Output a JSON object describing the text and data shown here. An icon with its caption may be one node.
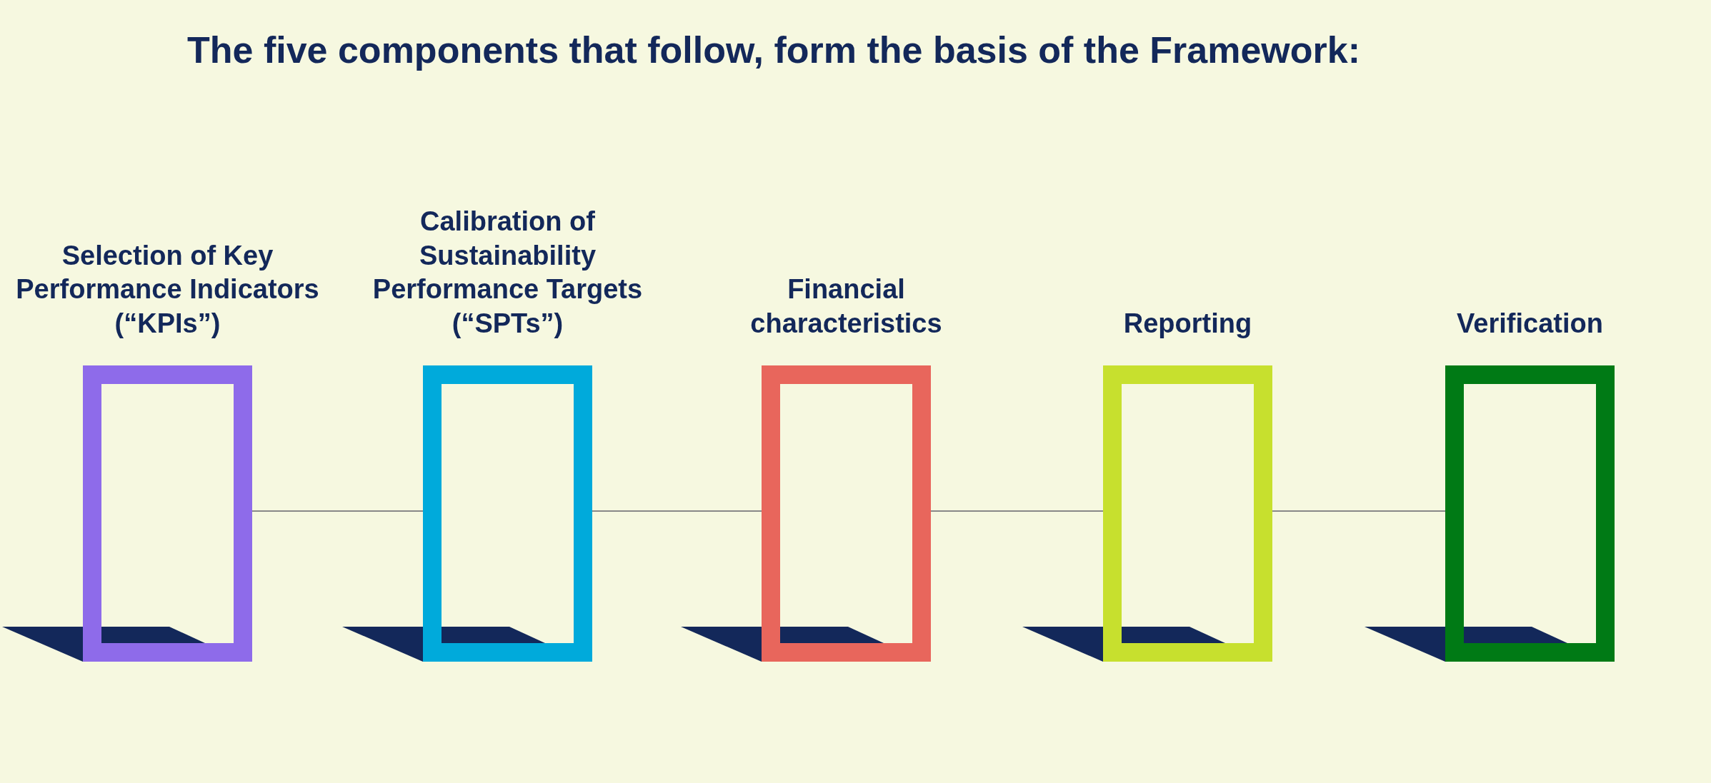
{
  "diagram": {
    "title": "The five components that follow, form the basis of the Framework:",
    "nodes": [
      {
        "text": [
          "Selection of Key Performance Indicators (“KPIs”)"
        ]
      },
      {
        "text": [
          "Calibration of Sustainability Performance Targets (“SPTs”)"
        ]
      },
      {
        "text": [
          "Financial characteristics"
        ]
      },
      {
        "text": [
          "Reporting"
        ]
      },
      {
        "text": [
          "Verification"
        ]
      }
    ],
    "edges": [
      {
        "from": 0,
        "to": 1,
        "arrow": "none"
      },
      {
        "from": 1,
        "to": 2,
        "arrow": "none"
      },
      {
        "from": 2,
        "to": 3,
        "arrow": "none"
      },
      {
        "from": 3,
        "to": 4,
        "arrow": "none"
      }
    ]
  }
}
